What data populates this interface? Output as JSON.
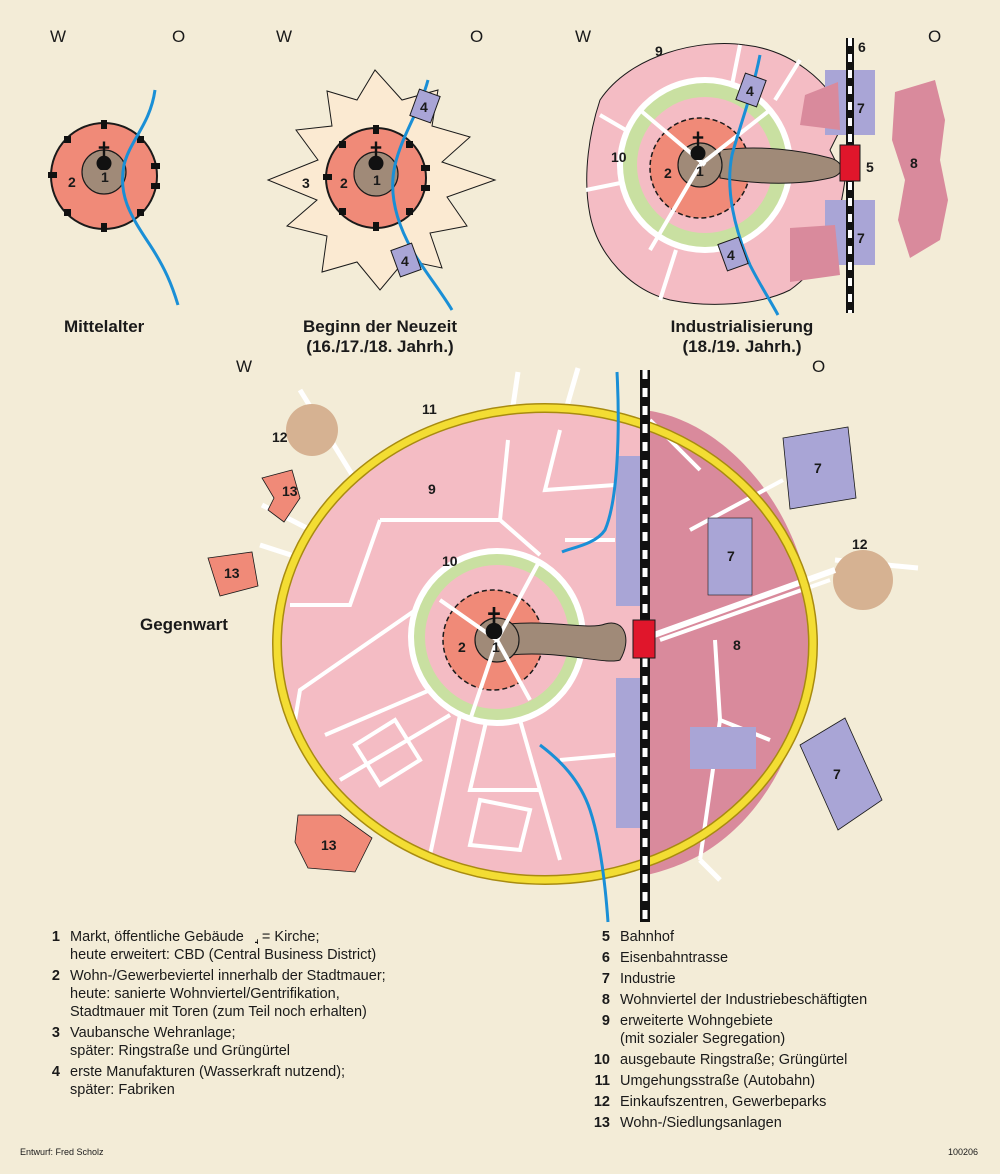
{
  "directions": {
    "west": "W",
    "east": "O"
  },
  "stages": {
    "mittelalter": {
      "title": "Mittelalter"
    },
    "neuzeit": {
      "title_line1": "Beginn der Neuzeit",
      "title_line2": "(16./17./18. Jahrh.)"
    },
    "industrialisierung": {
      "title_line1": "Industrialisierung",
      "title_line2": "(18./19. Jahrh.)"
    },
    "gegenwart": {
      "title": "Gegenwart"
    }
  },
  "map_numbers": [
    "1",
    "2",
    "3",
    "4",
    "5",
    "6",
    "7",
    "8",
    "9",
    "10",
    "11",
    "12",
    "13"
  ],
  "legend_left": [
    {
      "n": "1",
      "text_before_icon": "Markt, öffentliche Gebäude ",
      "icon": "church-symbol",
      "text_after_icon": " = Kirche;\nheute erweitert: CBD (Central Business District)"
    },
    {
      "n": "2",
      "text": "Wohn-/Gewerbeviertel innerhalb der Stadtmauer;\nheute: sanierte Wohnviertel/Gentrifikation,\nStadtmauer mit Toren (zum Teil noch erhalten)"
    },
    {
      "n": "3",
      "text": "Vaubansche Wehranlage;\nspäter: Ringstraße und Grüngürtel"
    },
    {
      "n": "4",
      "text": "erste Manufakturen (Wasserkraft nutzend);\nspäter: Fabriken"
    }
  ],
  "legend_right": [
    {
      "n": "5",
      "text": "Bahnhof"
    },
    {
      "n": "6",
      "text": "Eisenbahntrasse"
    },
    {
      "n": "7",
      "text": "Industrie"
    },
    {
      "n": "8",
      "text": "Wohnviertel der Industriebeschäftigten"
    },
    {
      "n": "9",
      "text": "erweiterte Wohngebiete\n(mit sozialer Segregation)"
    },
    {
      "n": "10",
      "text": "ausgebaute Ringstraße; Grüngürtel"
    },
    {
      "n": "11",
      "text": "Umgehungsstraße (Autobahn)"
    },
    {
      "n": "12",
      "text": "Einkaufszentren, Gewerbeparks"
    },
    {
      "n": "13",
      "text": "Wohn-/Siedlungsanlagen"
    }
  ],
  "credit": "Entwurf: Fred Scholz",
  "code": "100206",
  "colors": {
    "background": "#f3ecd7",
    "old_town": "#f08a78",
    "market": "#a08a78",
    "fortress": "#fbead2",
    "ring_green": "#c9e0a1",
    "residential_9": "#f4bcc4",
    "worker_quarter_8": "#d98a9c",
    "industry_7": "#a9a5d6",
    "station_5": "#e0162b",
    "motorway_11": "#f3dd33",
    "shopping_12": "#d6b292",
    "settlement_13": "#f08a78",
    "river": "#1a8fd6",
    "road": "#ffffff"
  }
}
